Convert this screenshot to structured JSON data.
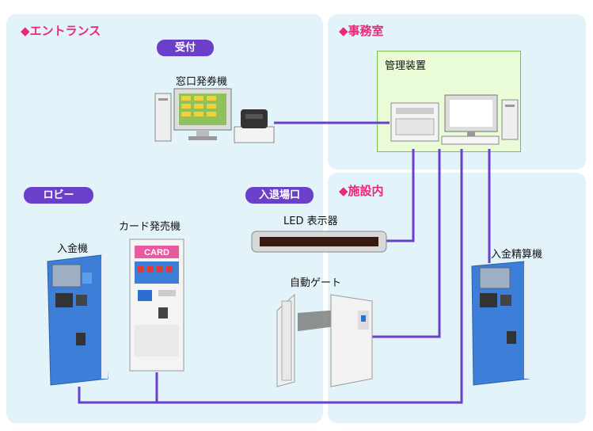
{
  "zones": {
    "entrance": "◆エントランス",
    "office": "◆事務室",
    "facility": "◆施設内"
  },
  "pills": {
    "reception": "受付",
    "lobby": "ロビー",
    "gate": "入退場口"
  },
  "labels": {
    "window_ticket": "窓口発券機",
    "management": "管理装置",
    "led_display": "LED 表示器",
    "auto_gate": "自動ゲート",
    "deposit_machine": "入金機",
    "card_machine": "カード発売機",
    "card_panel": "CARD",
    "deposit_settle": "入金精算機"
  },
  "colors": {
    "zone_bg": "#e2f3f9",
    "accent_pink": "#e8297a",
    "pill_purple": "#6a3fc9",
    "line_purple": "#6a3fc9",
    "management_bg": "#eafbd8",
    "machine_blue": "#3d7fd8"
  },
  "connections": [
    [
      "窓口発券機",
      "管理装置"
    ],
    [
      "LED 表示器",
      "管理装置"
    ],
    [
      "自動ゲート",
      "管理装置"
    ],
    [
      "入金精算機",
      "管理装置"
    ],
    [
      "入金機",
      "管理装置"
    ],
    [
      "カード発売機",
      "管理装置"
    ]
  ]
}
